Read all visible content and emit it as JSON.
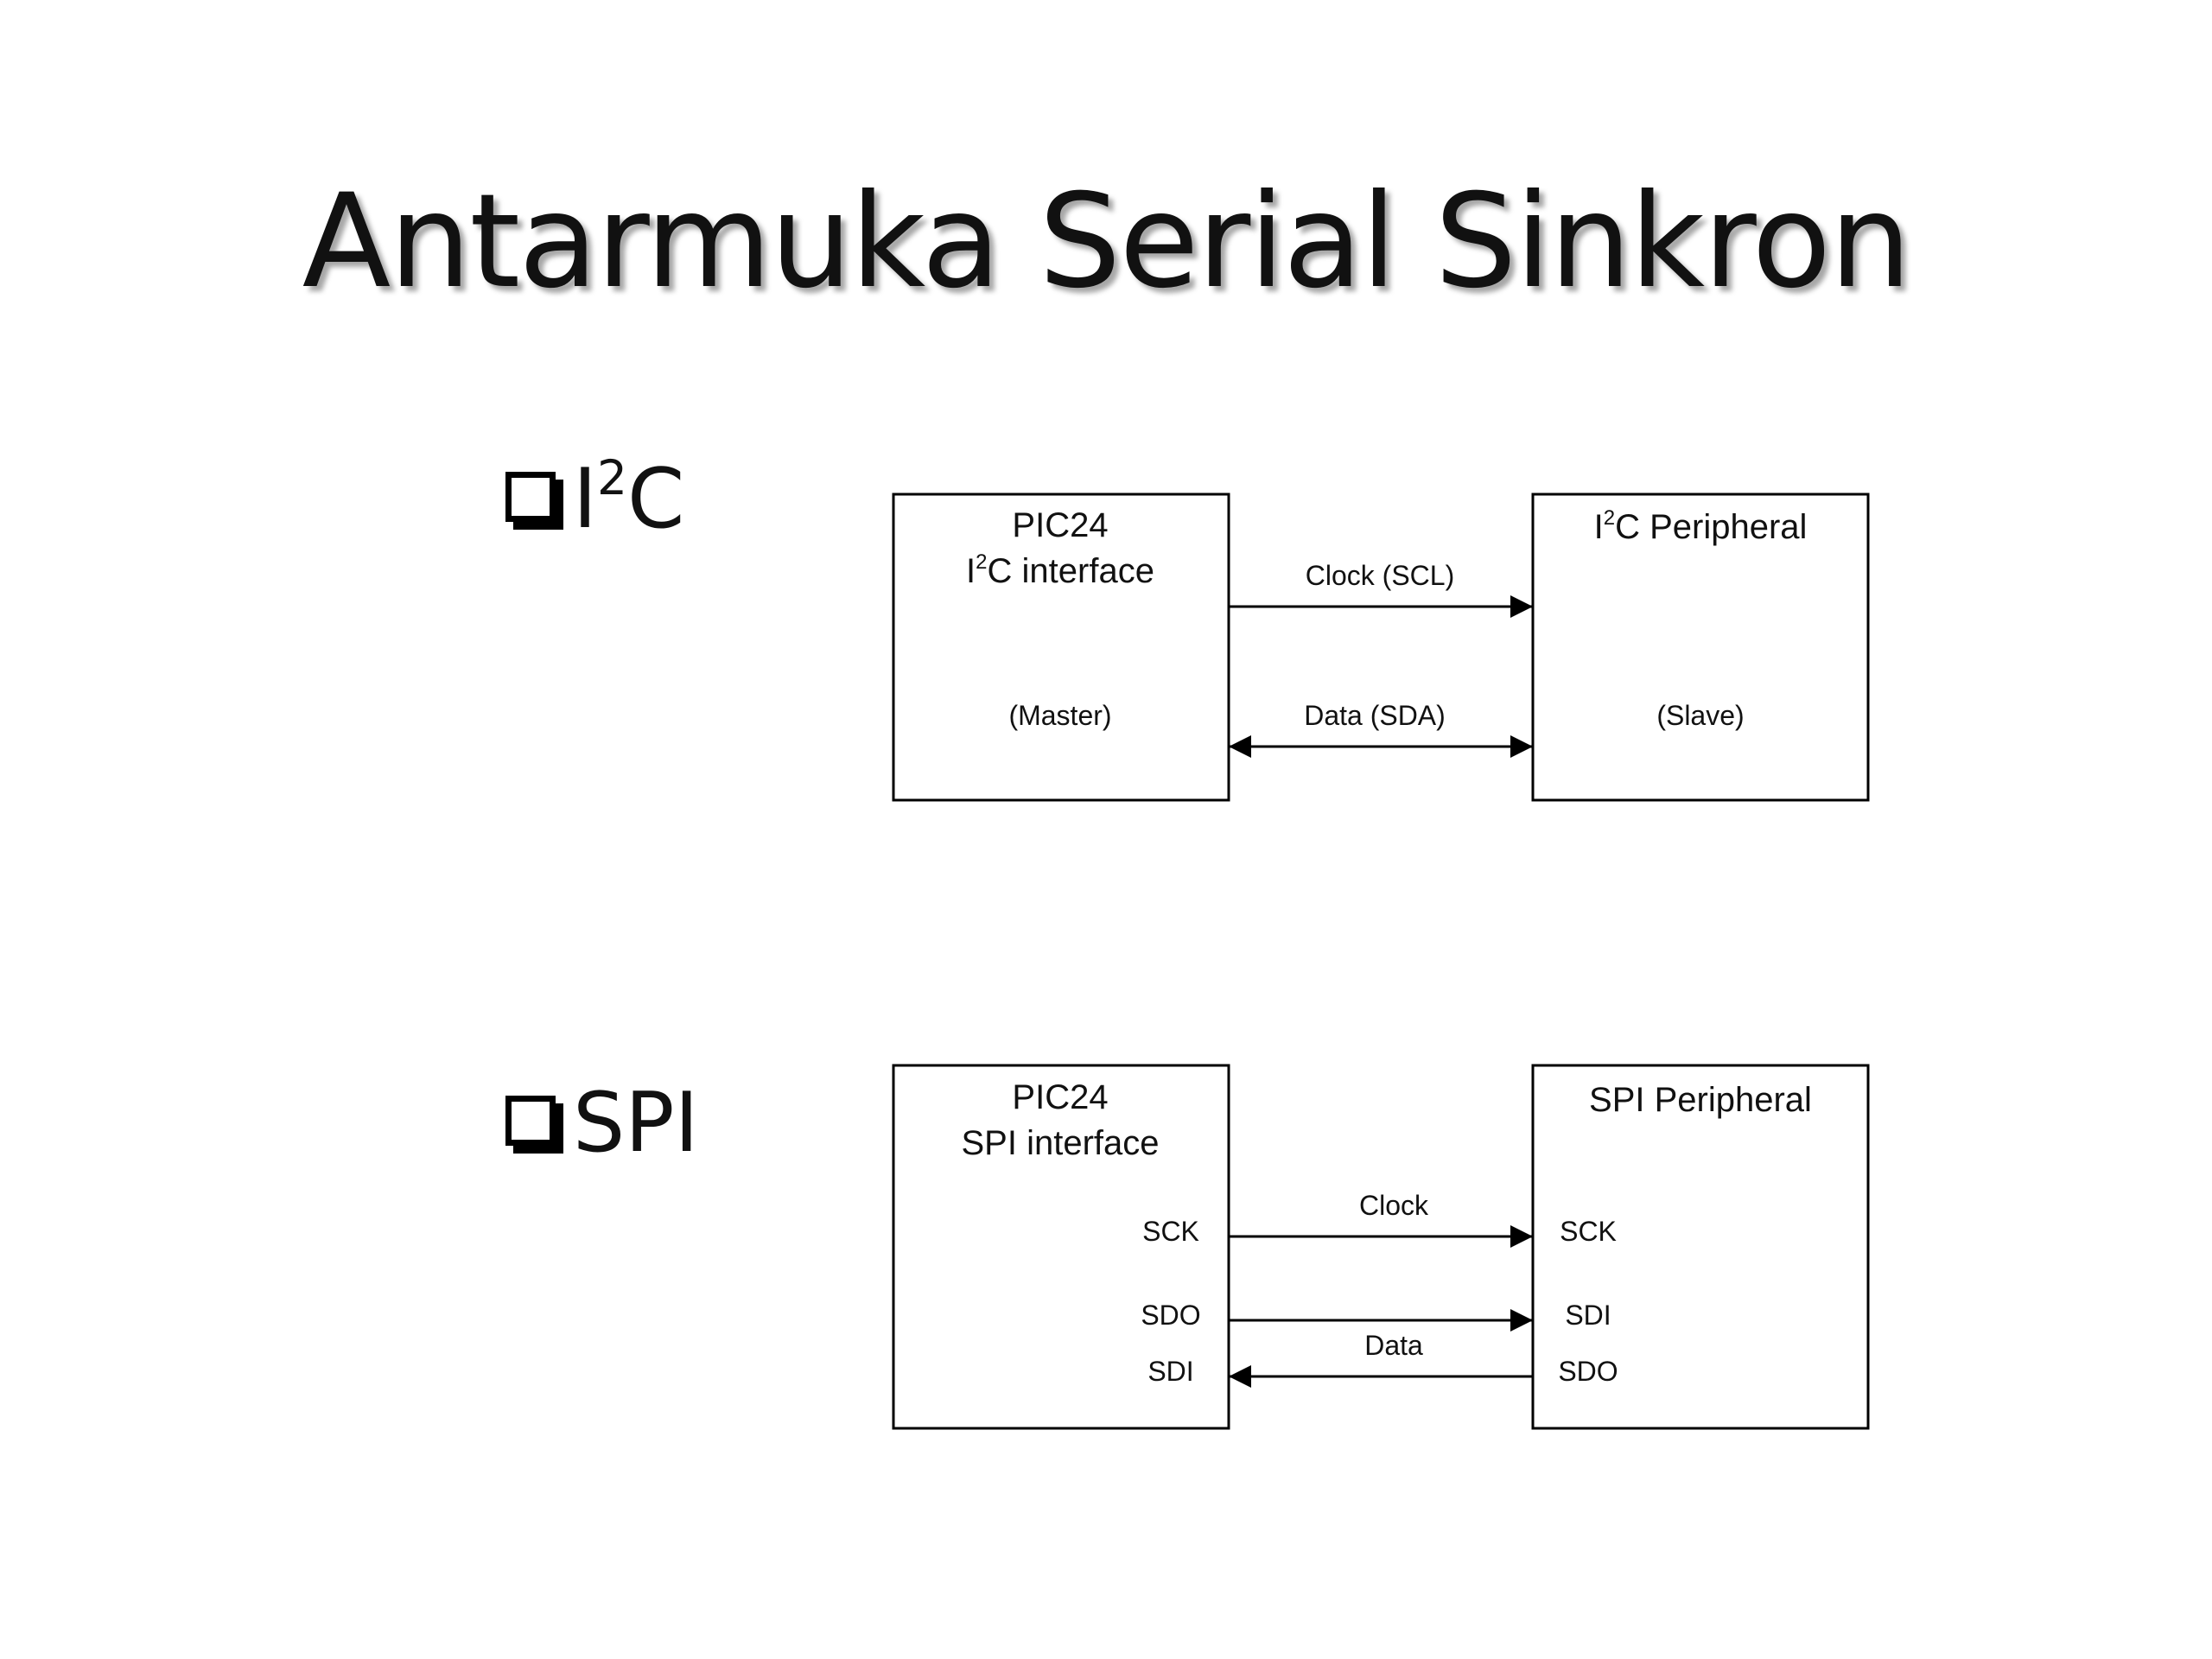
{
  "slide": {
    "title": "Antarmuka Serial Sinkron"
  },
  "bullets": {
    "i2c": {
      "label_main": "I",
      "label_sup": "2",
      "label_tail": "C"
    },
    "spi": {
      "label": "SPI"
    }
  },
  "i2c_diagram": {
    "master": {
      "title": "PIC24",
      "subtitle_main": "I",
      "subtitle_sup": "2",
      "subtitle_tail": "C interface",
      "role": "(Master)"
    },
    "slave": {
      "title_main": "I",
      "title_sup": "2",
      "title_tail": "C Peripheral",
      "role": "(Slave)"
    },
    "links": {
      "clock": "Clock (SCL)",
      "data": "Data (SDA)"
    }
  },
  "spi_diagram": {
    "master": {
      "title": "PIC24",
      "subtitle": "SPI interface",
      "pins": {
        "sck": "SCK",
        "sdo": "SDO",
        "sdi": "SDI"
      }
    },
    "slave": {
      "title": "SPI Peripheral",
      "pins": {
        "sck": "SCK",
        "sdi": "SDI",
        "sdo": "SDO"
      }
    },
    "links": {
      "clock": "Clock",
      "data": "Data"
    }
  }
}
